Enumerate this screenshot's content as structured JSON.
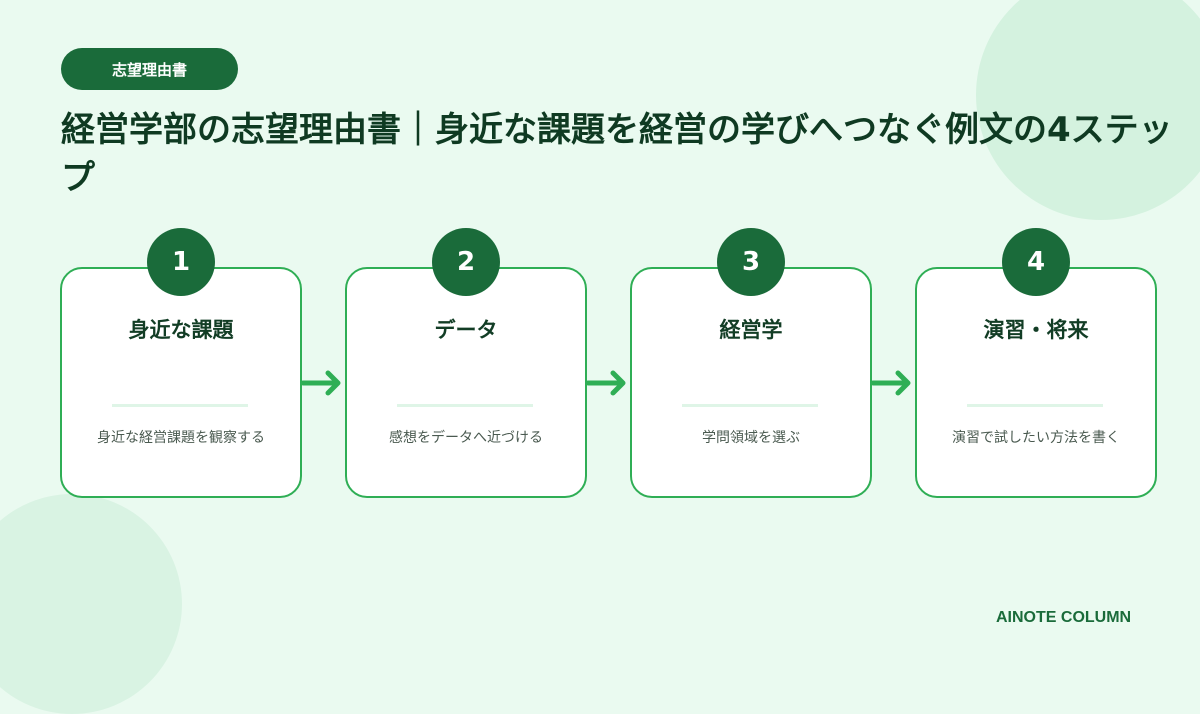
{
  "badge": "志望理由書",
  "title": "経営学部の志望理由書｜身近な課題を経営の学びへつなぐ例文の4ステップ",
  "steps": [
    {
      "number": "1",
      "label": "身近な課題",
      "description": "身近な経営課題を観察する"
    },
    {
      "number": "2",
      "label": "データ",
      "description": "感想をデータへ近づける"
    },
    {
      "number": "3",
      "label": "経営学",
      "description": "学問領域を選ぶ"
    },
    {
      "number": "4",
      "label": "演習・将来",
      "description": "演習で試したい方法を書く"
    }
  ],
  "footer": "AINOTE COLUMN",
  "colors": {
    "background": "#eafaf0",
    "accent_dark": "#1a6b3a",
    "accent_green": "#2fae55",
    "title_text": "#0f3a22"
  },
  "icons": [
    "arrow-right-icon"
  ]
}
